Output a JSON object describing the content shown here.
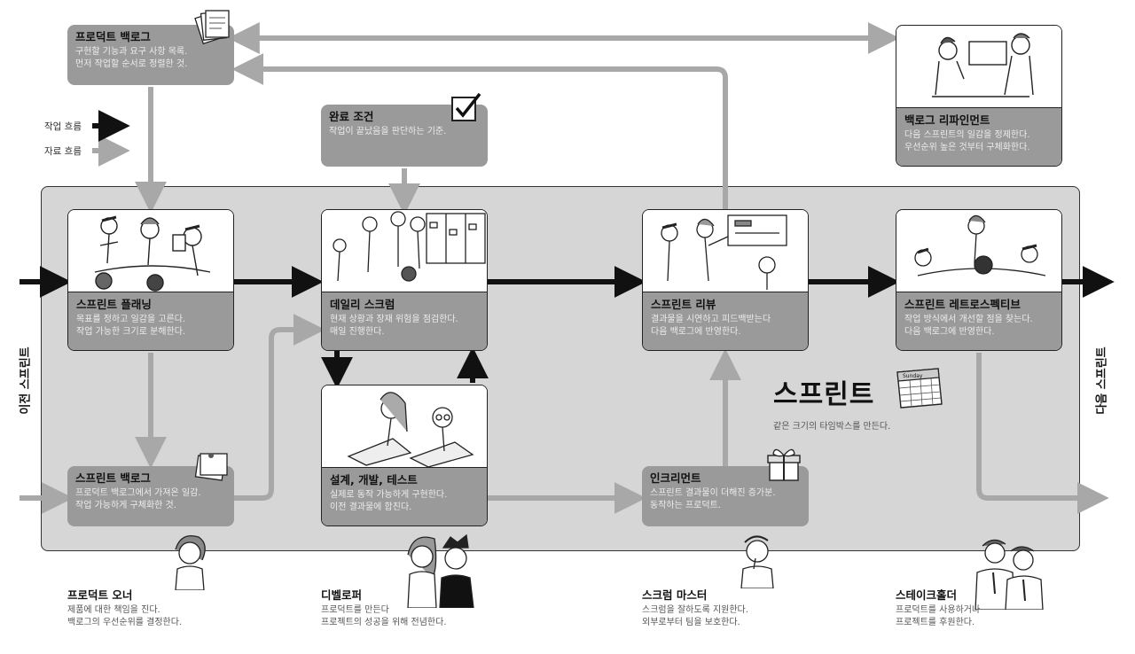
{
  "legend": {
    "work_flow": "작업 흐름",
    "artifact_flow": "자료 흐름"
  },
  "side": {
    "prev_sprint": "이전 스프린트",
    "next_sprint": "다음 스프린트"
  },
  "product_backlog": {
    "title": "프로덕트 백로그",
    "desc": "구현할 기능과 요구 사항 목록.\n먼저 작업할 순서로 정렬한 것."
  },
  "definition_of_done": {
    "title": "완료 조건",
    "desc": "작업이 끝났음을 판단하는 기준."
  },
  "backlog_refinement": {
    "title": "백로그 리파인먼트",
    "desc": "다음 스프린트의 일감을 정제한다.\n우선순위 높은 것부터 구체화한다."
  },
  "sprint_planning": {
    "title": "스프린트 플래닝",
    "desc": "목표를 정하고 일감을 고른다.\n작업 가능한 크기로 분해한다."
  },
  "daily_scrum": {
    "title": "데일리 스크럼",
    "desc": "현재 상황과 장재 위험을 점검한다.\n매일 진행한다."
  },
  "sprint_review": {
    "title": "스프린트 리뷰",
    "desc": "결과물을 시연하고 피드백받는다\n다음 백로그에 반영한다."
  },
  "sprint_retrospective": {
    "title": "스프린트 레트로스펙티브",
    "desc": "작업 방식에서 개선할 점을 찾는다.\n다음 백로그에 반영한다."
  },
  "sprint_backlog": {
    "title": "스프린트 백로그",
    "desc": "프로덕트 백로그에서 가져온 일감.\n작업 가능하게 구체화한 것."
  },
  "design_dev_test": {
    "title": "설계, 개발, 테스트",
    "desc": "실제로 동작 가능하게 구현한다.\n이전 결과물에 합친다."
  },
  "increment": {
    "title": "인크리먼트",
    "desc": "스프린트 결과물이 더해진 증가분.\n동작하는 프로덕트."
  },
  "sprint": {
    "title": "스프린트",
    "desc": "같은 크기의 타임박스를 만든다."
  },
  "calendar_label": "Sunday",
  "roles": {
    "product_owner": {
      "title": "프로덕트 오너",
      "desc": "제품에 대한 책임을 진다.\n백로그의 우선순위를 결정한다."
    },
    "developer": {
      "title": "디벨로퍼",
      "desc": "프로덕트를 만든다\n프로젝트의 성공을 위해 전념한다."
    },
    "scrum_master": {
      "title": "스크럼 마스터",
      "desc": "스크럼을 잘하도록 지원한다.\n외부로부터 팀을 보호한다."
    },
    "stakeholder": {
      "title": "스테이크홀더",
      "desc": "프로덕트를 사용하거나\n프로젝트를 후원한다."
    }
  },
  "colors": {
    "work_arrow": "#111111",
    "artifact_arrow": "#a8a8a8",
    "sprint_bg": "#d6d6d6",
    "box_gray": "#9a9a9a"
  }
}
